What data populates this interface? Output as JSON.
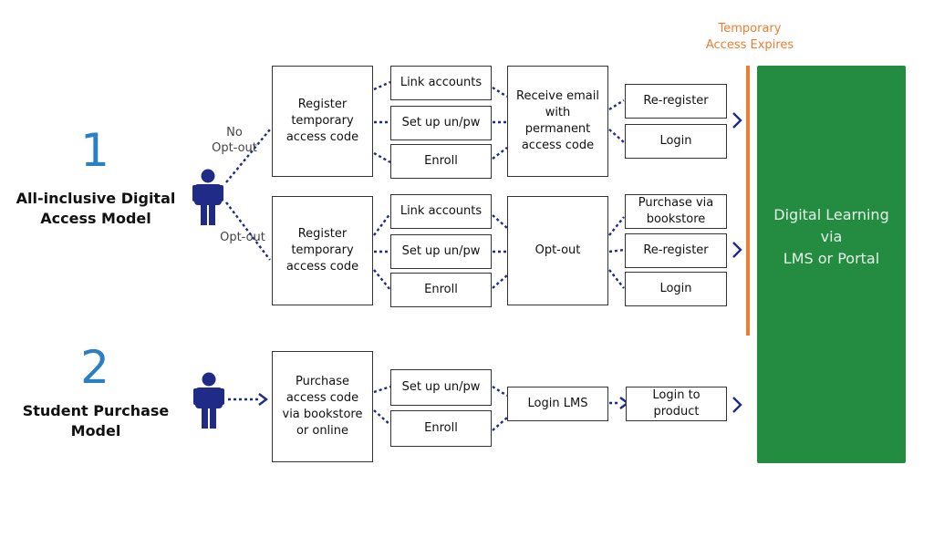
{
  "colors": {
    "navy": "#1f2b86",
    "blue_number": "#2b7fc3",
    "orange": "#ee7d31",
    "green": "#238c41"
  },
  "expires_label": "Temporary\nAccess Expires",
  "model1": {
    "number": "1",
    "title": "All-inclusive Digital\nAccess Model",
    "no_optout_label": "No\nOpt-out",
    "optout_label": "Opt-out",
    "row_a": {
      "register": "Register\ntemporary\naccess code",
      "link": "Link accounts",
      "setup": "Set up un/pw",
      "enroll": "Enroll",
      "receive": "Receive email\nwith\npermanent\naccess code",
      "reregister": "Re-register",
      "login": "Login"
    },
    "row_b": {
      "register": "Register\ntemporary\naccess code",
      "link": "Link accounts",
      "setup": "Set up un/pw",
      "enroll": "Enroll",
      "optout": "Opt-out",
      "purchase": "Purchase via\nbookstore",
      "reregister": "Re-register",
      "login": "Login"
    }
  },
  "model2": {
    "number": "2",
    "title": "Student Purchase\nModel",
    "purchase": "Purchase\naccess code\nvia  bookstore\nor online",
    "setup": "Set up un/pw",
    "enroll": "Enroll",
    "login_lms": "Login LMS",
    "login_product": "Login to\nproduct"
  },
  "destination": "Digital Learning\nvia\nLMS or Portal"
}
